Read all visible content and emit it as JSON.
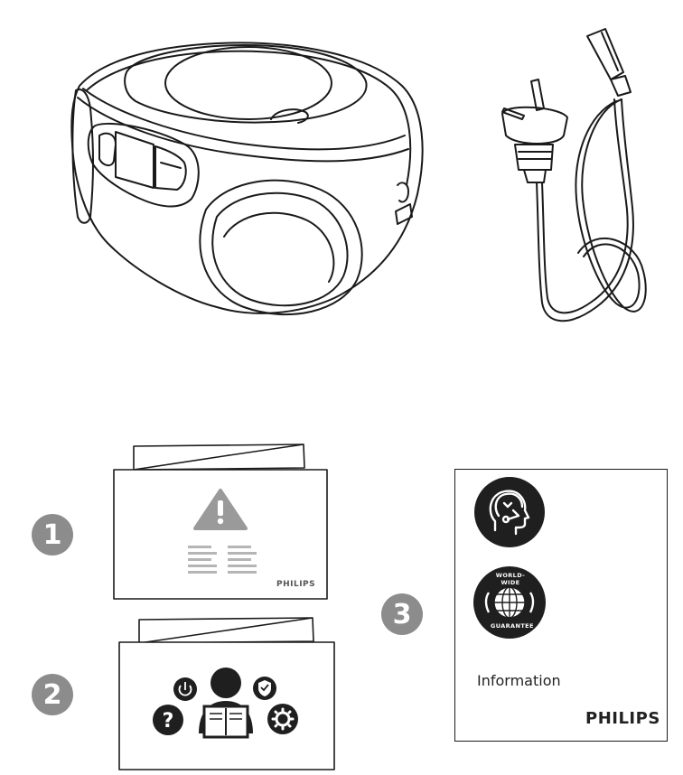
{
  "brand": {
    "leaflet_logo": "PHILIPS",
    "card_logo": "PHILIPS"
  },
  "steps": [
    {
      "number": "1"
    },
    {
      "number": "2"
    },
    {
      "number": "3"
    }
  ],
  "card": {
    "info_label": "Information",
    "badge_top_text": "WORLD-WIDE",
    "badge_bottom_text": "GUARANTEE"
  },
  "colors": {
    "outline": "#1a1a1a",
    "badge_gray": "#8c8c8c",
    "icon_dark": "#1f1f1f",
    "warning_gray": "#9a9a9a"
  }
}
